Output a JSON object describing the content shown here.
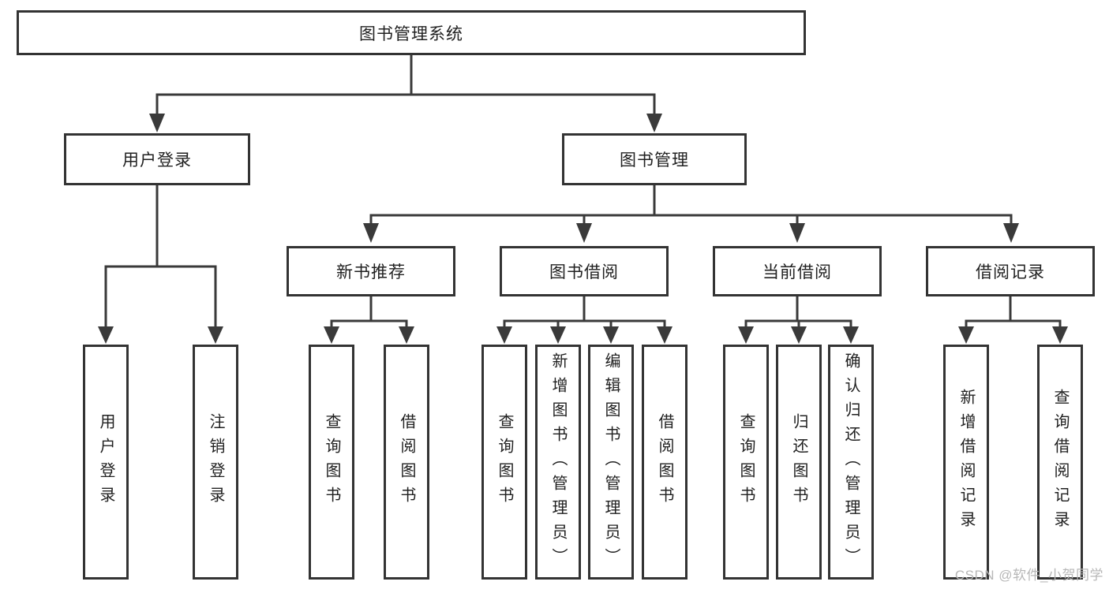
{
  "diagram": {
    "root": {
      "label": "图书管理系统"
    },
    "level1": [
      {
        "label": "用户登录"
      },
      {
        "label": "图书管理"
      }
    ],
    "level2": [
      {
        "label": "新书推荐"
      },
      {
        "label": "图书借阅"
      },
      {
        "label": "当前借阅"
      },
      {
        "label": "借阅记录"
      }
    ],
    "leaves": {
      "user_login": [
        "用户登录",
        "注销登录"
      ],
      "new_book": [
        "查询图书",
        "借阅图书"
      ],
      "book_borrow": [
        "查询图书",
        "新增图书（管理员）",
        "编辑图书（管理员）",
        "借阅图书"
      ],
      "current_borrow": [
        "查询图书",
        "归还图书",
        "确认归还（管理员）"
      ],
      "borrow_record": [
        "新增借阅记录",
        "查询借阅记录"
      ]
    },
    "watermark": "CSDN @软件_小贺同学",
    "colors": {
      "line": "#3a3a3a",
      "border": "#333333",
      "text": "#212121",
      "watermark": "#b7b7b7",
      "background": "#ffffff"
    }
  }
}
